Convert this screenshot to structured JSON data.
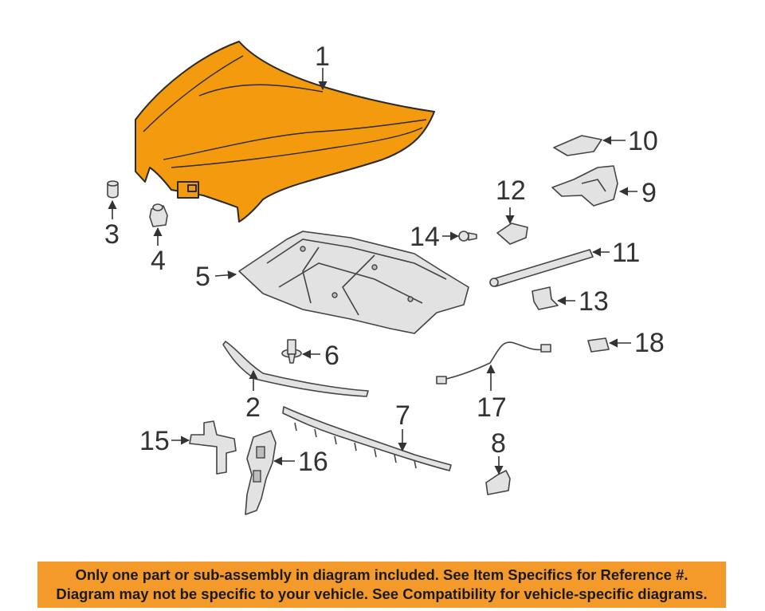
{
  "callouts": {
    "c1": "1",
    "c2": "2",
    "c3": "3",
    "c4": "4",
    "c5": "5",
    "c6": "6",
    "c7": "7",
    "c8": "8",
    "c9": "9",
    "c10": "10",
    "c11": "11",
    "c12": "12",
    "c13": "13",
    "c14": "14",
    "c15": "15",
    "c16": "16",
    "c17": "17",
    "c18": "18"
  },
  "colors": {
    "highlighted_part": "#f39a0f",
    "notice_background": "#f39a2a"
  },
  "notice": {
    "line1": "Only one part or sub-assembly in diagram included. See Item Specifics for Reference #.",
    "line2": "Diagram may not be specific to your vehicle. See Compatibility for vehicle-specific diagrams."
  }
}
